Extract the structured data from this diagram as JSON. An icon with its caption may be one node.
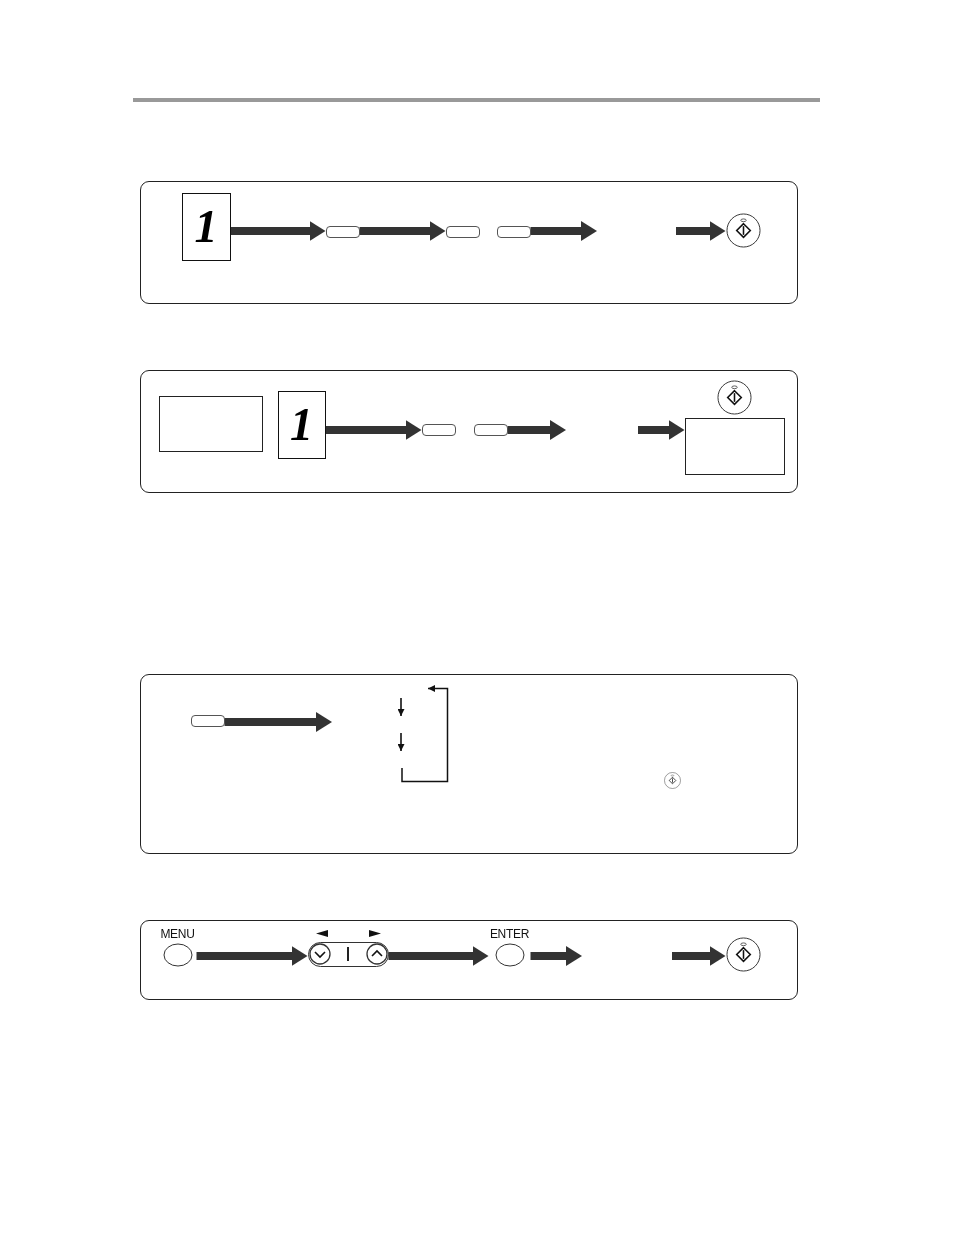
{
  "diagram": {
    "nodes": [
      {
        "text": [],
        "shape": "box"
      },
      {
        "text": [
          "1"
        ],
        "in": 0
      },
      {
        "text": [],
        "shape": "box",
        "in": 0
      },
      {
        "text": [],
        "shape": "box",
        "in": 0
      },
      {
        "text": [],
        "shape": "box",
        "in": 0
      },
      {
        "text": [],
        "shape": "circle",
        "in": 0
      },
      {
        "text": [],
        "shape": "box"
      },
      {
        "text": [],
        "shape": "box",
        "in": 6
      },
      {
        "text": [
          "1"
        ],
        "in": 6
      },
      {
        "text": [],
        "shape": "box",
        "in": 6
      },
      {
        "text": [],
        "shape": "box",
        "in": 6
      },
      {
        "text": [],
        "shape": "circle",
        "in": 6
      },
      {
        "text": [],
        "shape": "box",
        "in": 6
      },
      {
        "text": [],
        "shape": "box"
      },
      {
        "text": [],
        "shape": "box",
        "in": 13
      },
      {
        "text": [],
        "shape": "box"
      },
      {
        "text": [
          "MENU"
        ],
        "in": 15
      },
      {
        "text": [],
        "shape": "picture",
        "in": 15
      },
      {
        "text": [
          "ENTER"
        ],
        "in": 15
      },
      {
        "text": [],
        "shape": "circle",
        "in": 15
      }
    ],
    "edges": [
      {
        "from": 1,
        "to": 2,
        "arrow": "to"
      },
      {
        "from": 2,
        "to": 3,
        "arrow": "to"
      },
      {
        "from": 4,
        "to": null,
        "arrow": "to"
      },
      {
        "from": null,
        "to": 5,
        "arrow": "to"
      },
      {
        "from": 8,
        "to": 9,
        "arrow": "to"
      },
      {
        "from": 10,
        "to": null,
        "arrow": "to"
      },
      {
        "from": null,
        "to": 12,
        "arrow": "to"
      },
      {
        "from": 14,
        "to": null,
        "arrow": "to"
      },
      {
        "from": 16,
        "to": 17,
        "arrow": "to"
      },
      {
        "from": 17,
        "to": 18,
        "arrow": "to"
      },
      {
        "from": 18,
        "to": null,
        "arrow": "to"
      },
      {
        "from": null,
        "to": 19,
        "arrow": "to"
      }
    ]
  }
}
